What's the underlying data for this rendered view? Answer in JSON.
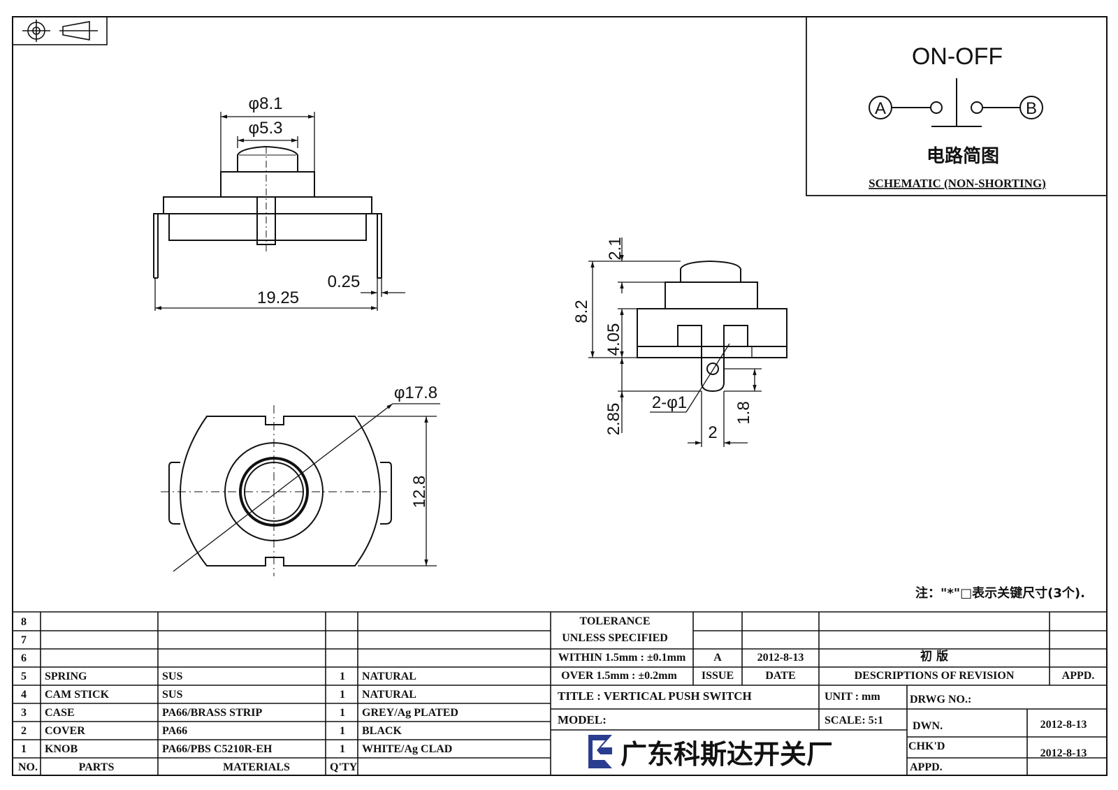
{
  "schematic": {
    "mode": "ON-OFF",
    "terminal_a": "A",
    "terminal_b": "B",
    "title_cn": "电路简图",
    "title_en": "SCHEMATIC (NON-SHORTING)"
  },
  "dimensions": {
    "d_outer_cap": "φ8.1",
    "d_inner_cap": "φ5.3",
    "offset": "0.25",
    "width": "19.25",
    "d_body": "φ17.8",
    "body_height": "12.8",
    "top_h": "2.1",
    "total_h": "8.2",
    "base_h": "4.05",
    "pin_len": "2.85",
    "hole": "2-φ1",
    "pin_pitch": "2",
    "pin_h": "1.8"
  },
  "note": "注：\"*\"□表示关键尺寸(3个).",
  "bom": {
    "rows": [
      {
        "no": "8",
        "part": "",
        "material": "",
        "qty": "",
        "finish": ""
      },
      {
        "no": "7",
        "part": "",
        "material": "",
        "qty": "",
        "finish": ""
      },
      {
        "no": "6",
        "part": "",
        "material": "",
        "qty": "",
        "finish": ""
      },
      {
        "no": "5",
        "part": "SPRING",
        "material": "SUS",
        "qty": "1",
        "finish": "NATURAL"
      },
      {
        "no": "4",
        "part": "CAM STICK",
        "material": "SUS",
        "qty": "1",
        "finish": "NATURAL"
      },
      {
        "no": "3",
        "part": "CASE",
        "material": "PA66/BRASS STRIP",
        "qty": "1",
        "finish": "GREY/Ag PLATED"
      },
      {
        "no": "2",
        "part": "COVER",
        "material": "PA66",
        "qty": "1",
        "finish": "BLACK"
      },
      {
        "no": "1",
        "part": "KNOB",
        "material": "PA66/PBS C5210R-EH",
        "qty": "1",
        "finish": "WHITE/Ag CLAD"
      }
    ],
    "header": {
      "no": "NO.",
      "parts": "PARTS",
      "materials": "MATERIALS",
      "qty": "Q'TY"
    }
  },
  "title_block": {
    "tolerance_1": "TOLERANCE",
    "tolerance_2": "UNLESS  SPECIFIED",
    "tolerance_3": "WITHIN 1.5mm : ±0.1mm",
    "tolerance_4": "OVER 1.5mm : ±0.2mm",
    "issue_value": "A",
    "date_value": "2012-8-13",
    "revision_value": "初 版",
    "issue_label": "ISSUE",
    "date_label": "DATE",
    "desc_label": "DESCRIPTIONS OF REVISION",
    "appd_label": "APPD.",
    "title": "TITLE :  VERTICAL PUSH SWITCH",
    "unit": "UNIT :  mm",
    "drwg_no": "DRWG NO.:",
    "model": "MODEL:",
    "scale": "SCALE:  5:1",
    "dwn_label": "DWN.",
    "dwn_date": "2012-8-13",
    "chkd_label": "CHK'D",
    "chkd_date": "2012-8-13",
    "appd2_label": "APPD.",
    "company": "广东科斯达开关厂",
    "brand_color": "#2a3d8f"
  }
}
